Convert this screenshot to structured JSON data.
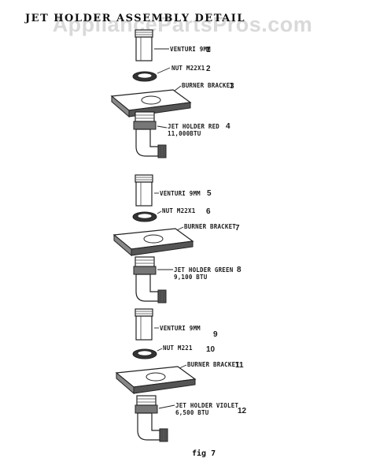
{
  "title": "JET HOLDER ASSEMBLY DETAIL",
  "watermark": "AppliancePartsPros.com",
  "figure_label": "fig 7",
  "groups": [
    {
      "parts": [
        {
          "number": "1",
          "label": "VENTURI 9MM"
        },
        {
          "number": "2",
          "label": "NUT M22X1"
        },
        {
          "number": "3",
          "label": "BURNER BRACKET"
        },
        {
          "number": "4",
          "label": "JET HOLDER RED",
          "sublabel": "11,000BTU"
        }
      ]
    },
    {
      "parts": [
        {
          "number": "5",
          "label": "VENTURI 9MM"
        },
        {
          "number": "6",
          "label": "NUT M22X1"
        },
        {
          "number": "7",
          "label": "BURNER BRACKET"
        },
        {
          "number": "8",
          "label": "JET HOLDER GREEN",
          "sublabel": "9,100 BTU"
        }
      ]
    },
    {
      "parts": [
        {
          "number": "9",
          "label": "VENTURI 9MM"
        },
        {
          "number": "10",
          "label": "NUT M221"
        },
        {
          "number": "11",
          "label": "BURNER BRACKET"
        },
        {
          "number": "12",
          "label": "JET HOLDER VIOLET",
          "sublabel": "6,500 BTU"
        }
      ]
    }
  ]
}
